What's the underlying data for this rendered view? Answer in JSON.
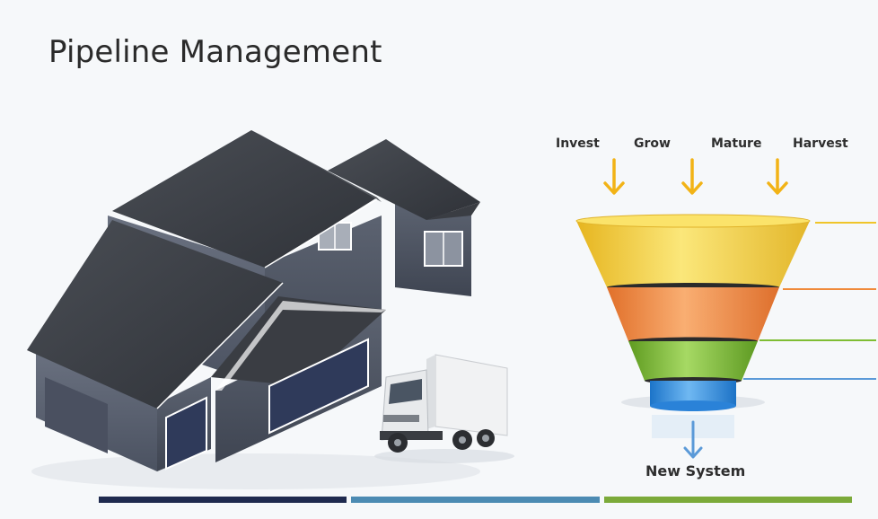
{
  "slide": {
    "title": "Pipeline Management"
  },
  "funnel": {
    "stages": [
      {
        "label": "Invest"
      },
      {
        "label": "Grow"
      },
      {
        "label": "Mature"
      },
      {
        "label": "Harvest"
      }
    ],
    "layers": [
      {
        "color": "#f7d634"
      },
      {
        "color": "#f08a3a"
      },
      {
        "color": "#7fbd33"
      },
      {
        "color": "#2f8fe0"
      }
    ],
    "output_label": "New System",
    "arrow_color": "#f2b316",
    "output_arrow_color": "#5b9ad8"
  },
  "footer": {
    "bar_colors": [
      "#1f2a4f",
      "#4c8bb3",
      "#7caa3a"
    ]
  },
  "illustrations": {
    "house": "house-illustration",
    "truck": "truck-illustration"
  }
}
